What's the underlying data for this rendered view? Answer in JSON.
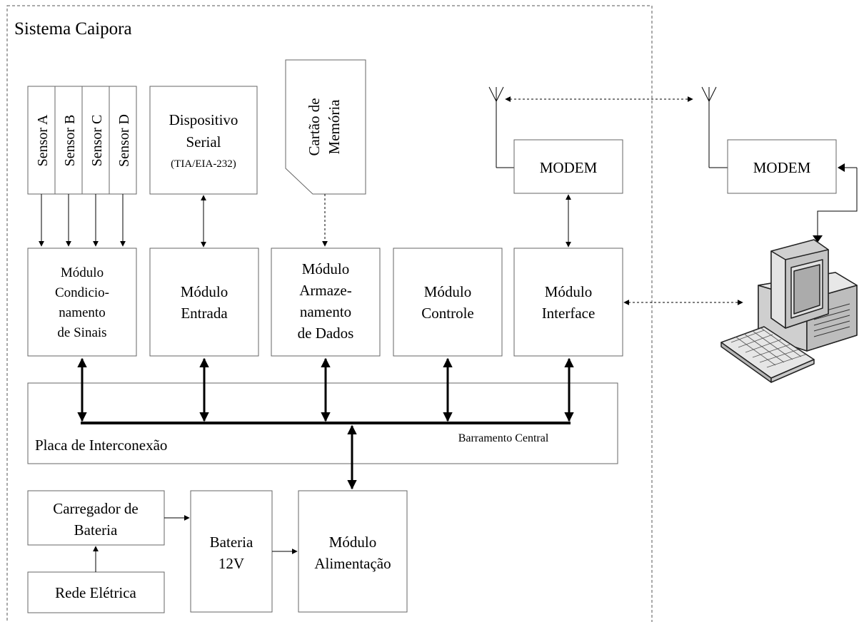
{
  "system_title": "Sistema Caipora",
  "sensors": [
    "Sensor A",
    "Sensor B",
    "Sensor C",
    "Sensor D"
  ],
  "serial_device": {
    "line1": "Dispositivo",
    "line2": "Serial",
    "line3": "(TIA/EIA-232)"
  },
  "memory_card": {
    "line1": "Cartão de",
    "line2": "Memória"
  },
  "modem_local": "MODEM",
  "modem_remote": "MODEM",
  "modules": {
    "conditioning": [
      "Módulo",
      "Condicio-",
      "namento",
      "de Sinais"
    ],
    "input": [
      "Módulo",
      "Entrada"
    ],
    "storage": [
      "Módulo",
      "Armaze-",
      "namento",
      "de Dados"
    ],
    "control": [
      "Módulo",
      "Controle"
    ],
    "interface": [
      "Módulo",
      "Interface"
    ],
    "power": [
      "Módulo",
      "Alimentação"
    ]
  },
  "interconnect_board": "Placa de Interconexão",
  "central_bus": "Barramento Central",
  "charger": {
    "line1": "Carregador de",
    "line2": "Bateria"
  },
  "battery": {
    "line1": "Bateria",
    "line2": "12V"
  },
  "grid": "Rede Elétrica",
  "icons": {
    "antenna": "antenna-icon",
    "computer": "computer-icon"
  }
}
